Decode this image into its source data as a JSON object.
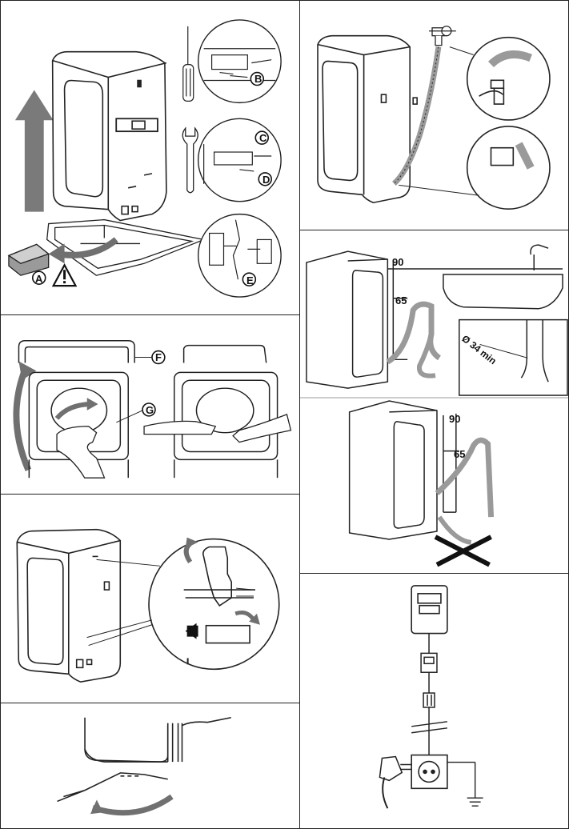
{
  "labels": {
    "a": "A",
    "b": "B",
    "c": "C",
    "d": "D",
    "e": "E",
    "f": "F",
    "g": "G"
  },
  "drain": {
    "height_max": "90",
    "height_min": "65",
    "pipe_diameter": "Ø 34 min",
    "height_max_2": "90",
    "height_min_2": "65"
  },
  "colors": {
    "line": "#222222",
    "arrow": "#707070",
    "hose": "#9a9a9a"
  },
  "icons": [
    "warning-icon",
    "screwdriver-icon",
    "wrench-icon",
    "tap-icon",
    "electric-meter-icon",
    "socket-icon",
    "plug-icon",
    "ground-icon"
  ]
}
